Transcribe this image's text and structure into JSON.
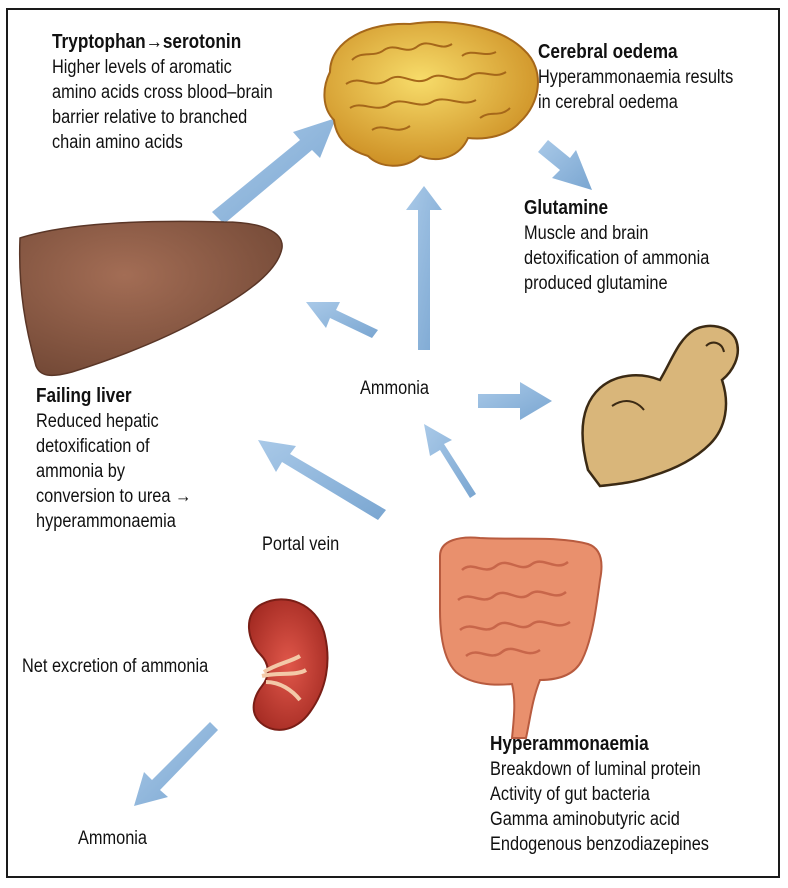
{
  "tryptophan": {
    "heading": "Tryptophan→serotonin",
    "lines": [
      "Higher levels of aromatic",
      "amino acids cross blood–brain",
      "barrier relative to branched",
      "chain amino acids"
    ]
  },
  "cerebral": {
    "heading": "Cerebral oedema",
    "lines": [
      "Hyperammonaemia results",
      "in cerebral oedema"
    ]
  },
  "glutamine": {
    "heading": "Glutamine",
    "lines": [
      "Muscle and brain",
      "detoxification of ammonia",
      "produced glutamine"
    ]
  },
  "failing_liver": {
    "heading": "Failing liver",
    "lines": [
      "Reduced hepatic",
      "detoxification of",
      "ammonia by",
      "conversion to urea →",
      "hyperammonaemia"
    ]
  },
  "hyperammonaemia": {
    "heading": "Hyperammonaemia",
    "lines": [
      "Breakdown of luminal protein",
      "Activity of gut bacteria",
      "Gamma aminobutyric acid",
      "Endogenous benzodiazepines"
    ]
  },
  "labels": {
    "ammonia_center": "Ammonia",
    "portal_vein": "Portal vein",
    "net_excretion": "Net excretion of ammonia",
    "ammonia_bottom": "Ammonia"
  },
  "colors": {
    "arrow": "#8fb7dc",
    "liver": "#8a5a44",
    "brain": "#e6b533",
    "muscle": "#d9b67a",
    "kidney": "#c0392b",
    "gut": "#e9906d"
  }
}
